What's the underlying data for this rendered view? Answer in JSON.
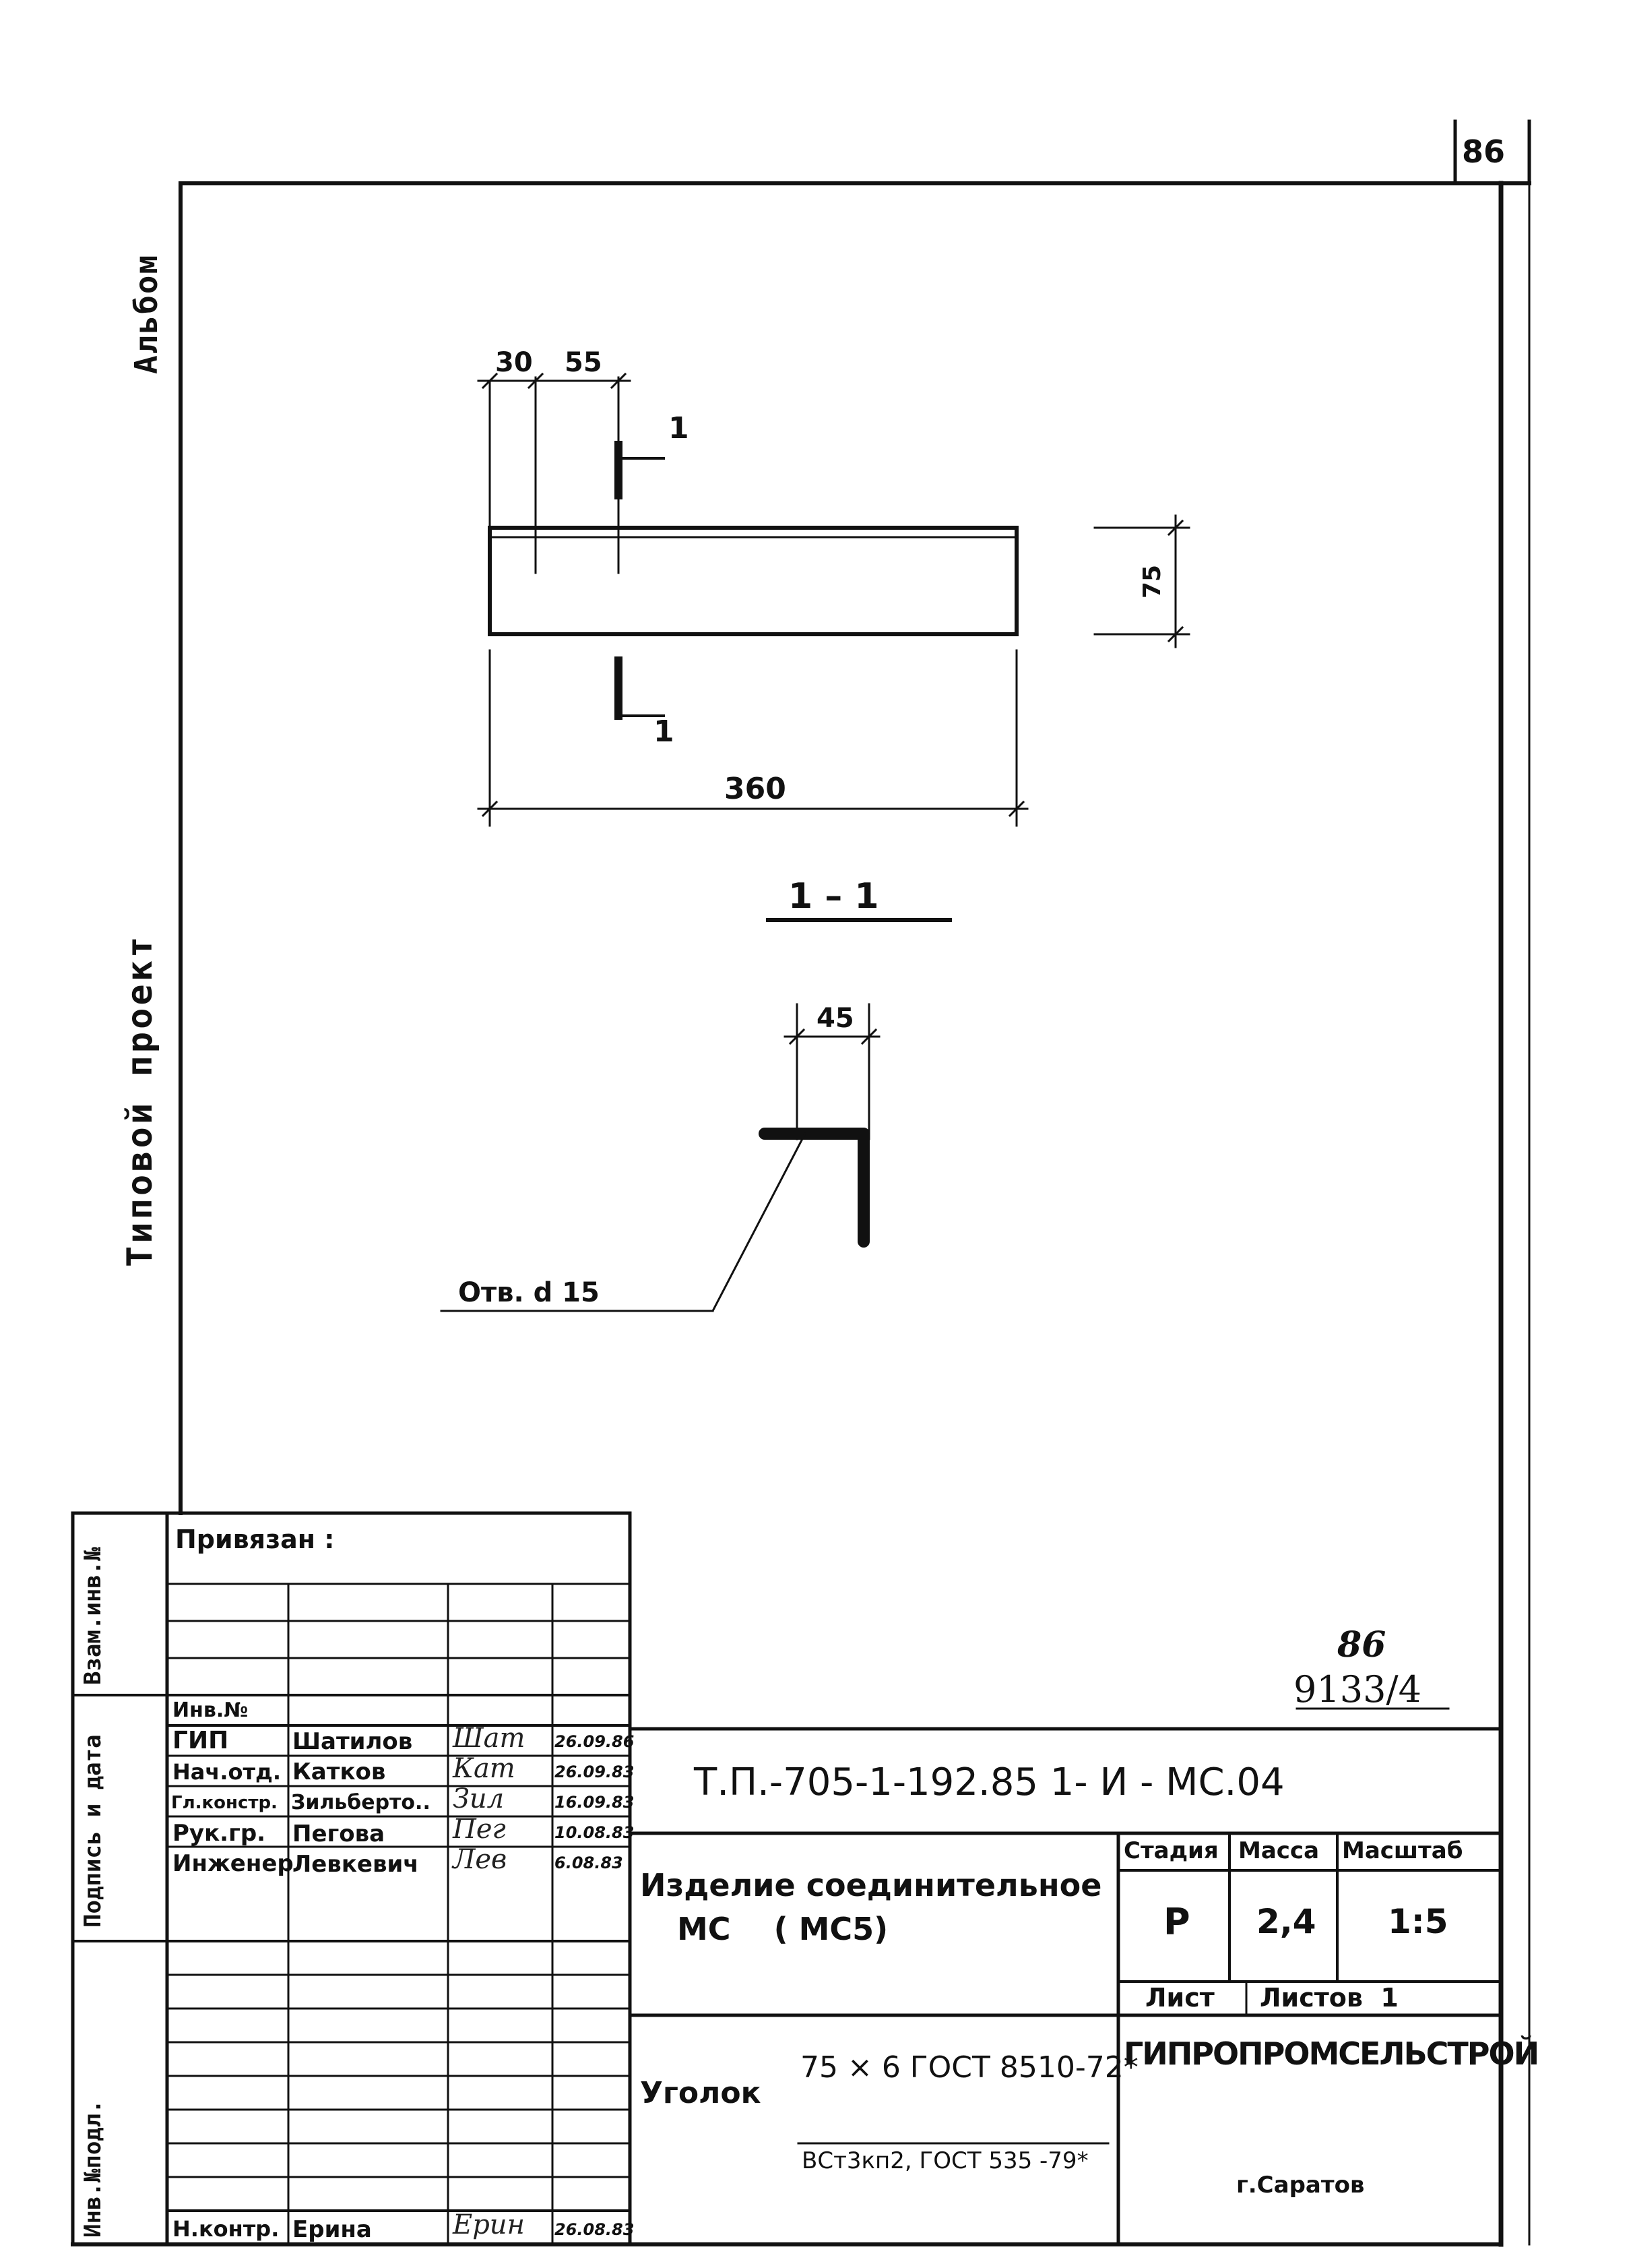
{
  "sheet_number": "86",
  "left_margin": {
    "album": "Альбом",
    "project": "Типовой проект",
    "stamp_cols": [
      "Инв.№подл.",
      "Подпись и дата",
      "Взам.инв.№"
    ]
  },
  "drawing": {
    "dim_30": "30",
    "dim_55": "55",
    "dim_360": "360",
    "dim_75": "75",
    "dim_45": "45",
    "cut_top": "1",
    "cut_bottom": "1",
    "section_label": "1 – 1",
    "hole_note": "Отв. d 15"
  },
  "drawing_ref": {
    "top": "86",
    "bottom": "9133/4"
  },
  "title_block": {
    "privyazan": "Привязан :",
    "inv_no": "Инв.№",
    "staff": [
      {
        "role": "ГИП",
        "name": "Шатилов",
        "date": "26.09.86"
      },
      {
        "role": "Нач.отд.",
        "name": "Катков",
        "date": "26.09.83"
      },
      {
        "role": "Гл.констр.",
        "name": "Зильберто..",
        "date": "16.09.83"
      },
      {
        "role": "Рук.гр.",
        "name": "Пегова",
        "date": "10.08.83"
      },
      {
        "role": "Инженер",
        "name": "Левкевич",
        "date": "6.08.83"
      }
    ],
    "control": {
      "role": "Н.контр.",
      "name": "Ерина",
      "date": "26.08.83"
    },
    "designation": "Т.П.-705-1-192.85 1- И - МС.04",
    "item_name_line1": "Изделие соединительное",
    "item_name_line2": "МС    ( МС5)",
    "stage_header": "Стадия",
    "mass_header": "Масса",
    "scale_header": "Масштаб",
    "stage": "Р",
    "mass": "2,4",
    "scale": "1:5",
    "sheet_label": "Лист",
    "sheets_label": "Листов  1",
    "material_prefix": "Уголок",
    "material_line1": "75 × 6  ГОСТ 8510-72*",
    "material_line2": "ВСт3кп2, ГОСТ 535 -79*",
    "organization": "ГИПРОПРОМСЕЛЬСТРОЙ",
    "city": "г.Саратов"
  }
}
